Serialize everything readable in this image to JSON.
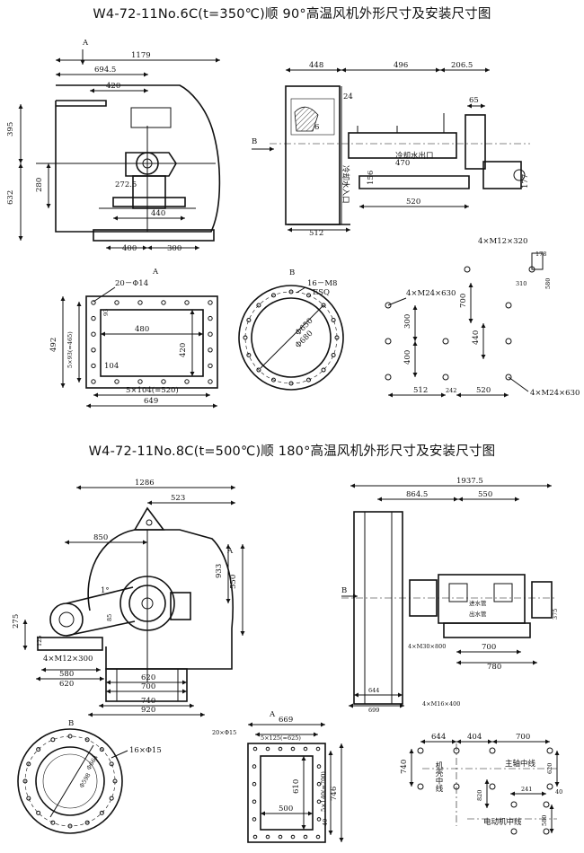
{
  "titles": {
    "top": "W4-72-11No.6C(t=350℃)顺 90°高温风机外形尺寸及安装尺寸图",
    "bottom": "W4-72-11No.8C(t=500℃)顺 180°高温风机外形尺寸及安装尺寸图"
  },
  "no6": {
    "front": {
      "w1179": "1179",
      "w694": "694.5",
      "w420": "420",
      "h395": "395",
      "h632": "632",
      "h280": "280",
      "w272": "272.5",
      "w440": "440",
      "w400": "400",
      "w300": "300",
      "A": "A"
    },
    "side": {
      "w448": "448",
      "w496": "496",
      "w206": "206.5",
      "h24": "24",
      "w6": "6",
      "w65": "65",
      "w470": "470",
      "h156": "156",
      "w520": "520",
      "w512": "512",
      "h177": "177",
      "B": "B",
      "cool_in": "冷却水入口",
      "cool_out": "冷却水出口"
    },
    "outlet": {
      "A": "A",
      "holes": "20－Φ14",
      "h492": "492",
      "h465": "5×93(=465)",
      "w480": "480",
      "h420": "420",
      "w104": "104",
      "w520": "5×104(=520)",
      "w649": "649",
      "h93": "93"
    },
    "inlet": {
      "B": "B",
      "holes": "16－M8",
      "esq": "ESQ",
      "d650": "Φ650",
      "d680": "Φ680"
    },
    "base": {
      "bolt1": "4×M12×320",
      "w178": "178",
      "w310": "310",
      "h580": "580",
      "bolt2": "4×M24×630",
      "h700": "700",
      "h300": "300",
      "h440": "440",
      "h400": "400",
      "w512": "512",
      "w242": "242",
      "w520": "520",
      "bolt3": "4×M24×630"
    }
  },
  "no8": {
    "front": {
      "w1286": "1286",
      "w523": "523",
      "w850": "850",
      "A": "A",
      "h933": "933",
      "h550": "550",
      "h275": "275",
      "h125": "125",
      "bolt": "4×M12×300",
      "w580": "580",
      "w620a": "620",
      "w620b": "620",
      "w700": "700",
      "w740": "740",
      "w920": "920",
      "ang": "1°",
      "h85": "85"
    },
    "side": {
      "w1937": "1937.5",
      "w864": "864.5",
      "w550": "550",
      "B": "B",
      "pipe1": "进水管",
      "pipe2": "出水管",
      "bolt1": "4×M30×800",
      "w700": "700",
      "w780": "780",
      "h375": "375",
      "w644": "644",
      "w699": "699",
      "bolt2": "4×M16×400"
    },
    "inlet": {
      "B": "B",
      "holes": "16×Φ15",
      "d664": "Φ664",
      "d598": "Φ598"
    },
    "outlet": {
      "A": "A",
      "w669": "669",
      "holes": "20×Φ15",
      "w625": "5×125(=625)",
      "h610": "610",
      "h700": "5×140(=700)",
      "h746": "746",
      "w500": "500",
      "w40": "40"
    },
    "base": {
      "w644": "644",
      "w404": "404",
      "w700": "700",
      "h740": "740",
      "label1": "机壳中线",
      "label2": "主轴中线",
      "h620": "620",
      "h820": "820",
      "w241": "241",
      "w40": "40",
      "label3": "电动机中线",
      "h580": "580"
    }
  }
}
